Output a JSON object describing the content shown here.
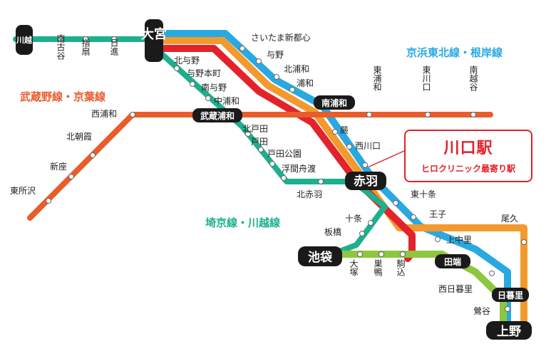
{
  "colors": {
    "keihin": "#29a9e1",
    "utsunomiya": "#f29a2e",
    "saikyo_red": "#e3232b",
    "saikyo_green": "#1db08e",
    "musashino": "#e95c2b",
    "yamanote": "#8dc63f",
    "accent_text": "#e3232b"
  },
  "line_labels": {
    "keihin": "京浜東北線・根岸線",
    "musashino": "武蔵野線・京葉線",
    "saikyo": "埼京線・川越線"
  },
  "hubs": {
    "omiya": "大宮",
    "kawagoe": "川越",
    "akabane": "赤羽",
    "ikebukuro": "池袋",
    "ueno": "上野",
    "musashi_urawa": "武蔵浦和",
    "minami_urawa": "南浦和",
    "tabata": "田端",
    "nippori": "日暮里"
  },
  "stations": {
    "kawagoe_line": [
      "南古谷",
      "指扇",
      "日進"
    ],
    "saikyo": [
      "北与野",
      "与野本町",
      "南与野",
      "中浦和",
      "北戸田",
      "戸田",
      "戸田公園",
      "浮間舟渡",
      "北赤羽",
      "十条",
      "板橋"
    ],
    "keihin": [
      "さいたま新都心",
      "与野",
      "北浦和",
      "浦和",
      "蕨",
      "西川口",
      "東十条",
      "王子",
      "上中里",
      "西日暮里"
    ],
    "musashino": [
      "西浦和",
      "北朝霞",
      "新座",
      "東所沢",
      "東浦和",
      "東川口",
      "南越谷"
    ],
    "yamanote": [
      "大塚",
      "巣鴨",
      "駒込"
    ],
    "utsunomiya": [
      "尾久",
      "鶯谷"
    ]
  },
  "callout": {
    "title": "川口駅",
    "subtitle": "ヒロクリニック最寄り駅"
  }
}
